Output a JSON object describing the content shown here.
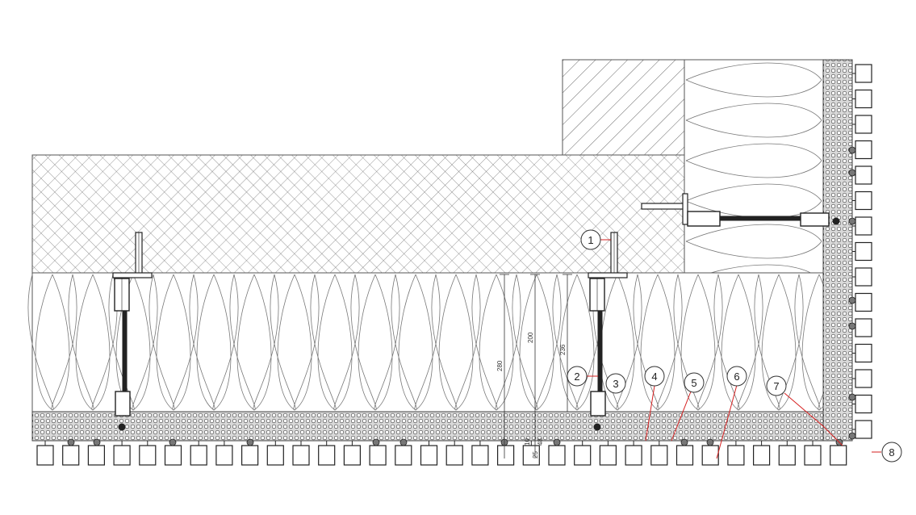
{
  "callouts": [
    "1",
    "2",
    "3",
    "4",
    "5",
    "6",
    "7",
    "8"
  ],
  "dimensions": [
    "280",
    "200",
    "236",
    "10",
    "25",
    "48"
  ],
  "colors": {
    "line": "#3a3a3a",
    "leader": "#d62020",
    "paper": "#ffffff"
  }
}
